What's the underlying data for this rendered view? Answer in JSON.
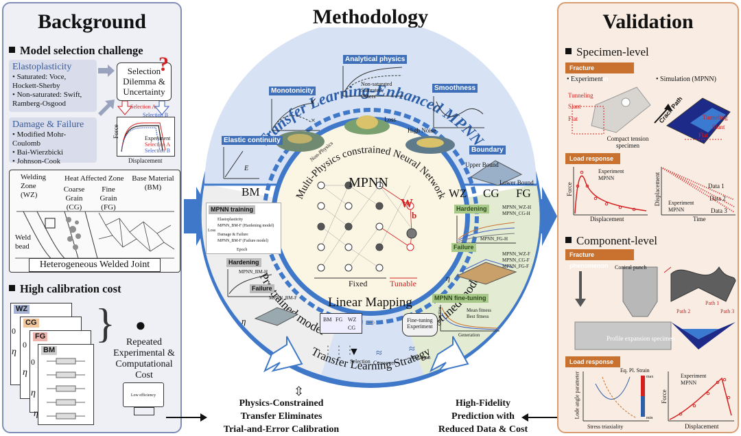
{
  "background": {
    "header": "Background",
    "model_selection": {
      "title": "Model selection challenge",
      "elastoplasticity": {
        "title": "Elastoplasticity",
        "saturated": "• Saturated: Voce, Hockett-Sherby",
        "nonsaturated": "• Non-saturated: Swift, Ramberg-Osgood"
      },
      "damage": {
        "title": "Damage & Failure",
        "items": [
          "• Modified Mohr-Coulomb",
          "• Bai-Wierzbicki",
          "• Johnson-Cook"
        ]
      },
      "dilemma": "Selection Dilemma & Uncertainty",
      "question_mark": "?",
      "selection_a": "Selection A",
      "selection_b": "Selection B",
      "plot": {
        "ylabel": "Force",
        "xlabel": "Displacement",
        "legend": [
          "Experiment",
          "Selection A",
          "Selection B"
        ]
      }
    },
    "weld": {
      "welding_zone": "Welding Zone (WZ)",
      "haz": "Heat Affected Zone",
      "coarse": "Coarse Grain (CG)",
      "fine": "Fine Grain (FG)",
      "base": "Base Material (BM)",
      "weld_bead": "Weld bead",
      "joint": "Heterogeneous Welded Joint"
    },
    "calibration": {
      "title": "High calibration cost",
      "cards": [
        "WZ",
        "CG",
        "FG",
        "BM"
      ],
      "zero": "0",
      "eta": "η",
      "cost_text": "Repeated Experimental & Computational Cost",
      "screen_text": "Low efficiency"
    }
  },
  "methodology": {
    "header": "Methodology",
    "arc_title": "Transfer Learning-Enhanced MPNN",
    "physics": {
      "analytical": "Analytical physics",
      "analytical_legend": [
        "Non-saturated",
        "Saturated",
        "Others"
      ],
      "monotonicity": "Monotonicity",
      "smoothness": "Smoothness",
      "loss": "Loss",
      "high_noise": "High Noise",
      "nonphysics": "Non-Physics",
      "elastic": "Elastic continuity",
      "boundary": "Boundary",
      "upper": "Upper Bound",
      "lower": "Lower Bound",
      "E": "E",
      "check": "✓",
      "cross": "×"
    },
    "inner_arc": "Multi-Physics constrained Neural Network",
    "mpnn": "MPNN",
    "w": "W",
    "b": "b",
    "fixed": "Fixed",
    "tunable": "Tunable",
    "pretrained": {
      "arc": "Pre-trained model",
      "bm": "BM",
      "training": "MPNN training",
      "train_items": [
        "Elastoplasticity",
        "MPNN_BM-F (Hardening model)",
        "Damage & Failure",
        "MPNN_BM-F (Failure model)"
      ],
      "epoch": "Epoch",
      "loss": "Loss",
      "hardening": "Hardening",
      "hardening_legend": "MPNN_BM-H",
      "failure": "Failure",
      "failure_legend": "MPNN_BM-F",
      "eta": "η"
    },
    "finetuned": {
      "arc": "Fine-tuned model",
      "labels": [
        "WZ",
        "CG",
        "FG"
      ],
      "hardening": "Hardening",
      "hardening_legend": [
        "MPNN_WZ-H",
        "MPNN_CG-H",
        "MPNN_FG-H"
      ],
      "failure": "Failure",
      "failure_legend": [
        "MPNN_WZ-F",
        "MPNN_CG-F",
        "MPNN_FG-F"
      ],
      "finetuning": "MPNN fine-tuning",
      "finetuning_legend": [
        "Mean fitness",
        "Best fitness"
      ],
      "generation": "Generation",
      "objective": "Objective",
      "eta": "η"
    },
    "linear": {
      "title": "Linear Mapping",
      "fine_tuning_exp": "Fine-tuning Experiment",
      "selection": "Selection",
      "crossover": "Crossover",
      "mutation": "Mutation",
      "labels": [
        "BM",
        "FG",
        "WZ",
        "CG"
      ]
    },
    "tl_arc": "Transfer Learning Strategy",
    "bottom_left": [
      "Physics-Constrained",
      "Transfer Eliminates",
      "Trial-and-Error Calibration"
    ],
    "bottom_right": [
      "High-Fidelity",
      "Prediction with",
      "Reduced Data & Cost"
    ]
  },
  "validation": {
    "header": "Validation",
    "specimen": {
      "title": "Specimen-level",
      "fracture": "Fracture phenomenon",
      "experiment": "• Experiment",
      "simulation": "• Simulation (MPNN)",
      "tunneling": "Tunneling",
      "slant": "Slant",
      "flat": "Flat",
      "crack_path": "Crack Path",
      "compact": "Compact tension specimen",
      "load": "Load response",
      "legend": [
        "Experiment",
        "MPNN"
      ],
      "force": "Force",
      "displacement": "Displacement",
      "time": "Time",
      "data": [
        "Data 1",
        "Data 2",
        "Data 3"
      ]
    },
    "component": {
      "title": "Component-level",
      "fracture": "Fracture phenomenon",
      "punch": "Conical punch",
      "specimen": "Profile expansion specimen",
      "paths": [
        "Path 1",
        "Path 2",
        "Path 3"
      ],
      "load": "Load response",
      "eq_strain": "Eq. Pl. Strain",
      "max": "max",
      "min": "min",
      "lode": "Lode angle parameter",
      "triaxiality": "Stress triaxiality",
      "legend": [
        "Experiment",
        "MPNN"
      ],
      "force": "Force",
      "displacement": "Displacement"
    }
  },
  "colors": {
    "blue_arrow": "#3f78c8",
    "orange_bar": "#c9712f",
    "green_zone": "#e3ecd3",
    "gray_zone": "#eeeeee"
  }
}
